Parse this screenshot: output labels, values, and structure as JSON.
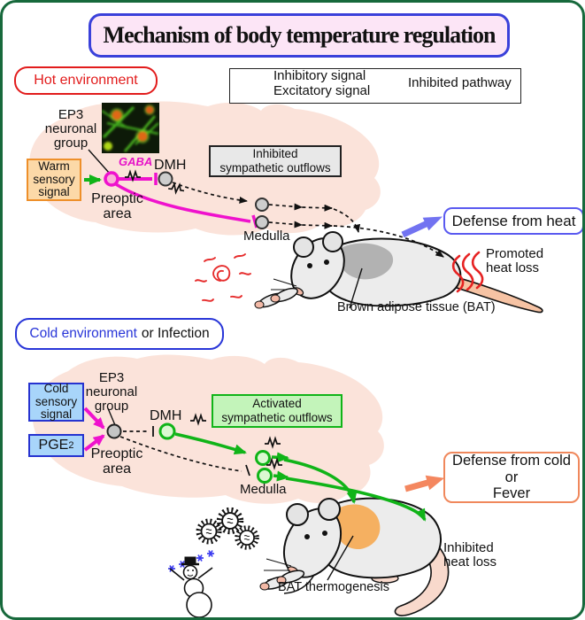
{
  "title": "Mechanism of body temperature regulation",
  "legend": {
    "inhibitory": "Inhibitory signal",
    "excitatory": "Excitatory signal",
    "inhibited_pathway": "Inhibited pathway"
  },
  "hot": {
    "section_label": "Hot environment",
    "ep3": [
      "EP3",
      "neuronal",
      "group"
    ],
    "warm": [
      "Warm",
      "sensory",
      "signal"
    ],
    "gaba": "GABA",
    "dmh": "DMH",
    "preoptic": [
      "Preoptic",
      "area"
    ],
    "outflows": [
      "Inhibited",
      "sympathetic outflows"
    ],
    "medulla": "Medulla",
    "defense": "Defense from heat",
    "promoted": [
      "Promoted",
      "heat loss"
    ],
    "bat_label": "Brown adipose tissue (BAT)"
  },
  "cold": {
    "section_label_blue": "Cold environment",
    "section_label_rest": "or Infection",
    "ep3": [
      "EP3",
      "neuronal",
      "group"
    ],
    "cold_sensory": [
      "Cold",
      "sensory",
      "signal"
    ],
    "pge2": "PGE",
    "pge2_sub": "2",
    "dmh": "DMH",
    "preoptic": [
      "Preoptic",
      "area"
    ],
    "outflows": [
      "Activated",
      "sympathetic outflows"
    ],
    "medulla": "Medulla",
    "defense": [
      "Defense from cold",
      "or",
      "Fever"
    ],
    "inhibited": [
      "Inhibited",
      "heat loss"
    ],
    "bat_label": "BAT thermogenesis"
  },
  "icons": {
    "microscopy": "fluorescence-micrograph-of-EP3-neurons",
    "heat_source": "red-spiral-with-wavy-rays",
    "heat_waves": "red-triple-wave",
    "viruses": "spiky-circle-virus-particles",
    "snowman": "snowman",
    "snowflakes": "blue-asterisk-snowflakes"
  },
  "colors": {
    "frame": "#17693c",
    "title_bg": "#fce5f6",
    "title_border": "#3a41da",
    "magenta_signal": "#ef12cd",
    "green_signal": "#10b418",
    "brain": "#fbe3da",
    "hot_accent": "#e21c1c",
    "cold_accent": "#2936d8",
    "warm_box_bg": "#fcd9a8",
    "warm_box_border": "#ee8f2a",
    "cold_box_bg": "#a8d5fa",
    "cold_box_border": "#2633d0",
    "inhibited_outflows_bg": "#e8e8e8",
    "activated_outflows_bg": "#c3f4ba",
    "defense_heat_border": "#5a5af0",
    "defense_cold_border": "#f0885c",
    "bat_cold": "#f5b061"
  }
}
